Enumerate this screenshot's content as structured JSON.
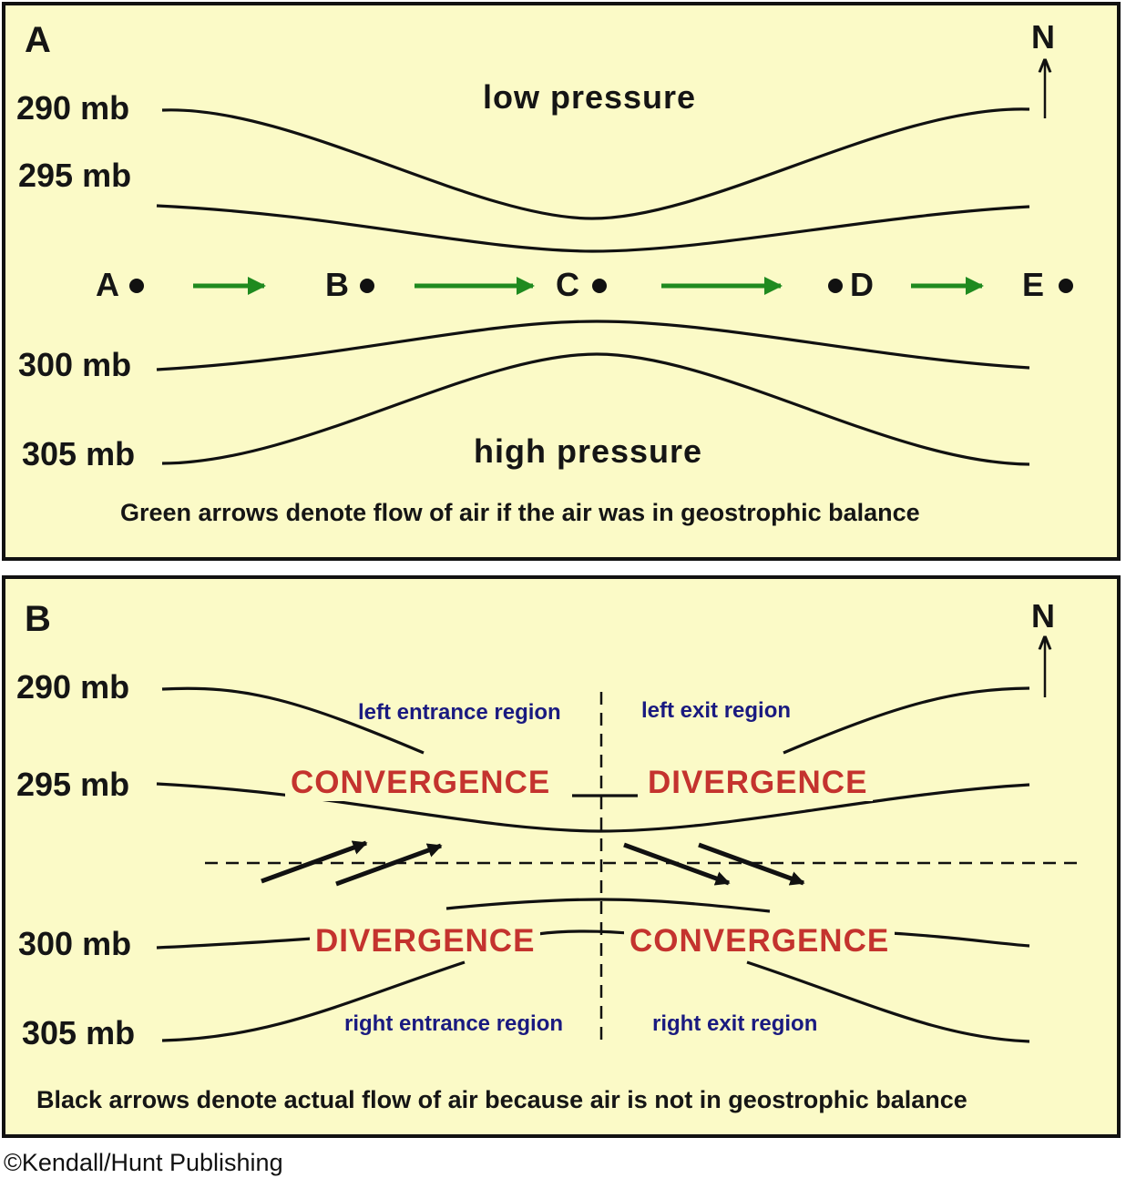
{
  "panel_a": {
    "letter": "A",
    "north": "N",
    "isobars": [
      "290 mb",
      "295 mb",
      "300 mb",
      "305 mb"
    ],
    "low_label": "low pressure",
    "high_label": "high pressure",
    "points": [
      "A",
      "B",
      "C",
      "D",
      "E"
    ],
    "caption": "Green arrows denote flow of air if the air was in geostrophic balance"
  },
  "panel_b": {
    "letter": "B",
    "north": "N",
    "isobars": [
      "290 mb",
      "295 mb",
      "300 mb",
      "305 mb"
    ],
    "regions": {
      "left_entrance": "left entrance region",
      "left_exit": "left exit region",
      "right_entrance": "right entrance region",
      "right_exit": "right exit region"
    },
    "zones": {
      "upper_left": "CONVERGENCE",
      "upper_right": "DIVERGENCE",
      "lower_left": "DIVERGENCE",
      "lower_right": "CONVERGENCE"
    },
    "caption": "Black arrows denote actual flow of air because air is not in geostrophic balance"
  },
  "credit": "©Kendall/Hunt Publishing",
  "colors": {
    "background": "#fbfac7",
    "geostrophic_arrow": "#1f8a1f",
    "zone_text": "#c4332e",
    "region_text": "#1a1a80",
    "line": "#111111"
  }
}
